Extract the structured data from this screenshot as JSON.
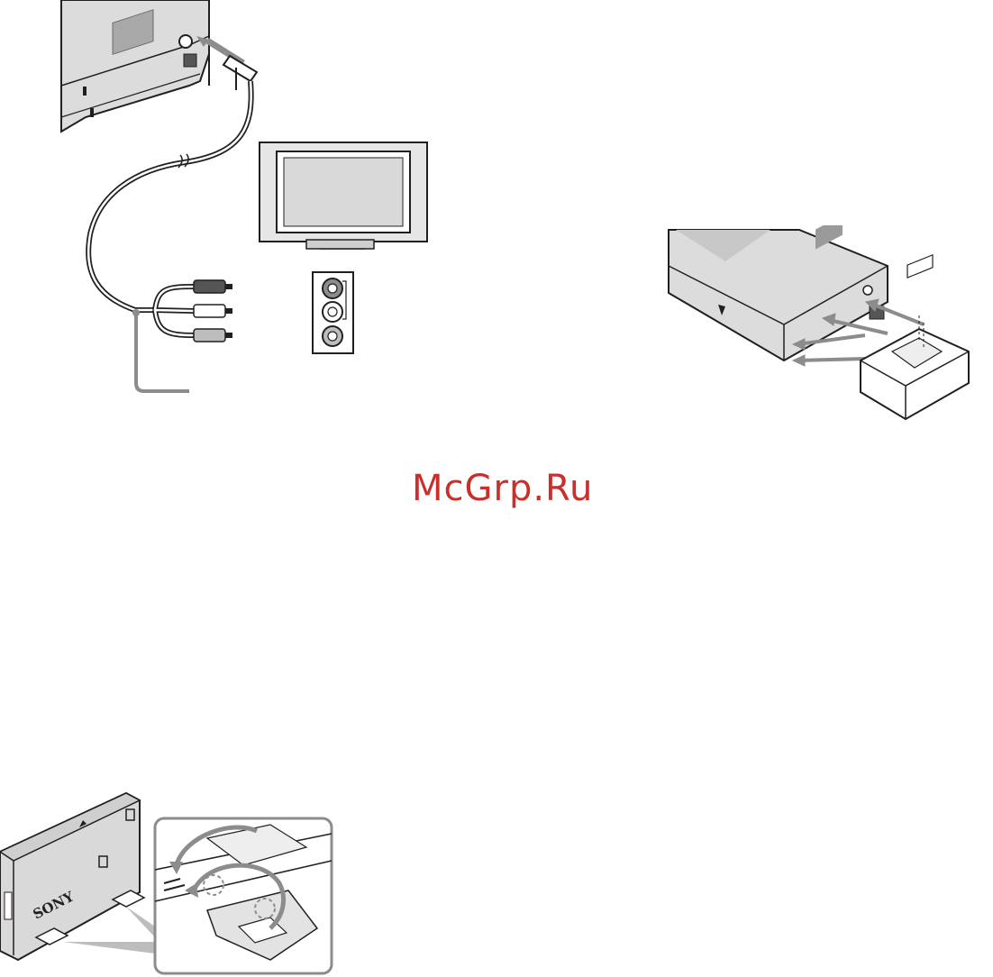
{
  "watermark": {
    "text": "McGrp.Ru",
    "color": "#c9302c"
  },
  "illustrations": {
    "tv_connection": {
      "icon": "printer-to-tv-video-cable-illustration"
    },
    "cover_attach": {
      "icon": "printer-cover-attachment-illustration"
    },
    "stand_attach": {
      "icon": "printer-stand-illustration",
      "logo_text": "SONY"
    }
  },
  "colors": {
    "line": "#231f20",
    "gray": "#8c8c8c",
    "light_gray": "#d9d9d9",
    "cable_gray": "#6e6e6e"
  }
}
